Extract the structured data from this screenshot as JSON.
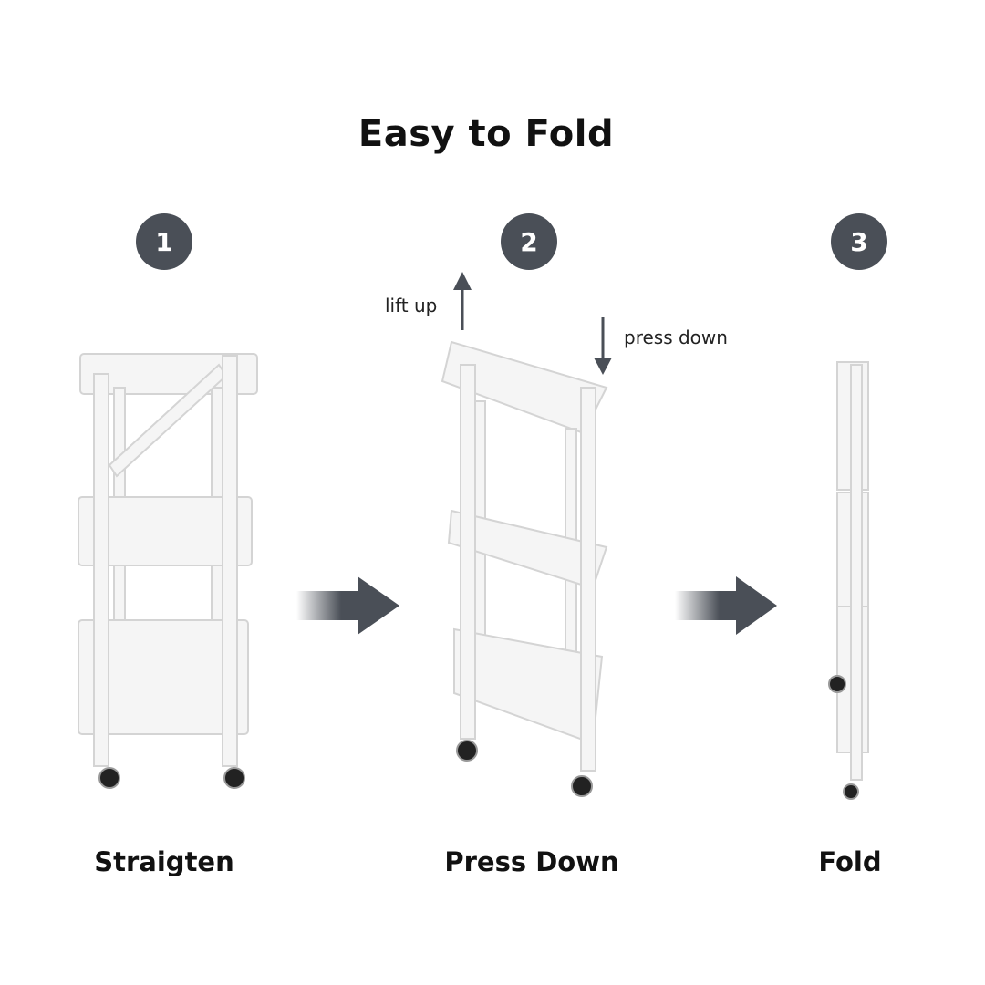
{
  "title": "Easy to Fold",
  "steps": [
    {
      "number": "1",
      "label": "Straigten"
    },
    {
      "number": "2",
      "label": "Press Down"
    },
    {
      "number": "3",
      "label": "Fold"
    }
  ],
  "annotations": {
    "lift": "lift up",
    "press": "press down"
  },
  "colors": {
    "badge": "#4a4f57",
    "arrow": "#4a4f57",
    "cart": "#f4f4f4"
  }
}
